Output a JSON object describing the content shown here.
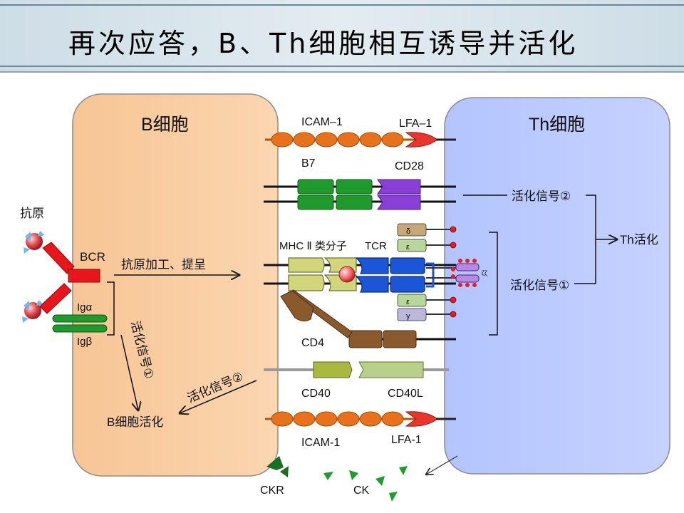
{
  "title": "再次应答，B、Th细胞相互诱导并活化",
  "b_cell": {
    "label": "B细胞",
    "activation": "B细胞活化"
  },
  "th_cell": {
    "label": "Th细胞",
    "activation": "Th活化"
  },
  "antigen": "抗原",
  "bcr": {
    "label": "BCR",
    "ig_alpha": "Igα",
    "ig_beta": "Igβ"
  },
  "processing": "抗原加工、提呈",
  "molecules": {
    "icam1_top": "ICAM–1",
    "lfa1_top": "LFA–1",
    "b7": "B7",
    "cd28": "CD28",
    "mhc2": "MHC Ⅱ 类分子",
    "tcr": "TCR",
    "cd4": "CD4",
    "cd40": "CD40",
    "cd40l": "CD40L",
    "icam1_bottom": "ICAM-1",
    "lfa1_bottom": "LFA-1",
    "ckr": "CKR",
    "ck": "CK"
  },
  "cd3_chains": {
    "delta": "δ",
    "epsilon_top": "ε",
    "epsilon_bottom": "ε",
    "gamma": "γ",
    "zeta": "ζζ"
  },
  "signals": {
    "signal2_th": "活化信号②",
    "signal1_th": "活化信号①",
    "signal1_b": "活化信号①",
    "signal2_b": "活化信号②"
  },
  "colors": {
    "b_cell_fill": "#f9cca0",
    "th_cell_fill": "#bccbff",
    "icam": "#e8721c",
    "b7": "#1f9a2c",
    "cd28": "#8a3fd8",
    "mhc": "#d2d67a",
    "tcr": "#1c56d8",
    "cd4": "#8a5a2c",
    "bcr": "#e8161c",
    "antigen": "#e0434b",
    "ck": "#1b9e2c"
  }
}
